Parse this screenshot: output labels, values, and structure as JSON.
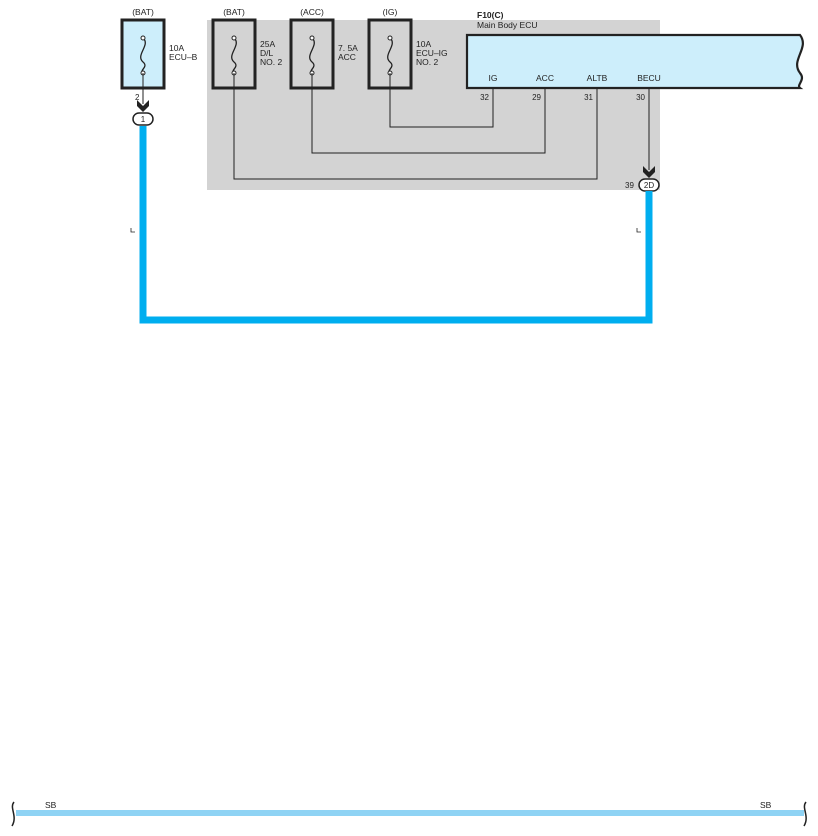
{
  "fuses": [
    {
      "id": "ecu_b",
      "source": "(BAT)",
      "rating": "10A",
      "name": "ECU–B",
      "name2": ""
    },
    {
      "id": "dl2",
      "source": "(BAT)",
      "rating": "25A",
      "name": "D/L",
      "name2": "NO. 2"
    },
    {
      "id": "acc",
      "source": "(ACC)",
      "rating": "7. 5A",
      "name": "ACC",
      "name2": ""
    },
    {
      "id": "ecu_ig2",
      "source": "(IG)",
      "rating": "10A",
      "name": "ECU–IG",
      "name2": "NO. 2"
    }
  ],
  "ecu": {
    "code": "F10(C)",
    "name": "Main Body ECU",
    "pins": [
      {
        "label": "IG",
        "num": "32"
      },
      {
        "label": "ACC",
        "num": "29"
      },
      {
        "label": "ALTB",
        "num": "31"
      },
      {
        "label": "BECU",
        "num": "30"
      }
    ]
  },
  "connectors": {
    "left_pin": "2",
    "left_conn": "1",
    "right_pin": "39",
    "right_conn": "2D"
  },
  "bus": {
    "left_label": "SB",
    "right_label": "SB"
  },
  "colors": {
    "wire_blue": "#00aeef",
    "bus_blue": "#8fd3f4",
    "fuse_fill": "#cdeefb",
    "junction_gray": "#d3d3d3"
  }
}
